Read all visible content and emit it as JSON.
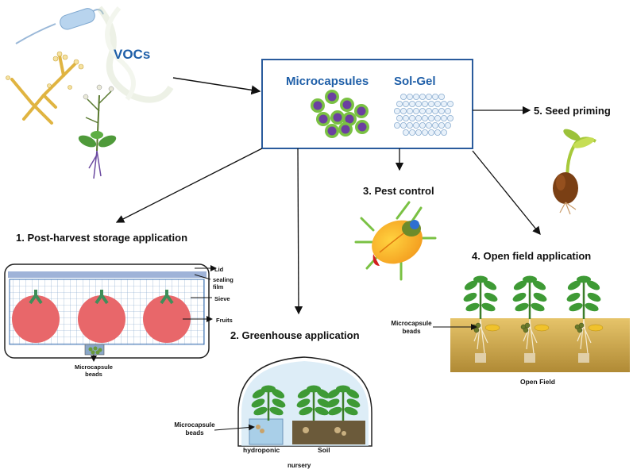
{
  "vocs_label": "VOCs",
  "center_box": {
    "left_label": "Microcapsules",
    "right_label": "Sol-Gel"
  },
  "applications": {
    "post_harvest": {
      "title": "1. Post-harvest storage application",
      "labels": {
        "lid": "Lid",
        "sealing_film": "sealing\nfilm",
        "sieve": "Sieve",
        "fruits": "Fruits",
        "beads": "Microcapsule\nbeads"
      }
    },
    "greenhouse": {
      "title": "2. Greenhouse application",
      "labels": {
        "beads": "Microcapsule\nbeads",
        "hydroponic": "hydroponic",
        "soil": "Soil",
        "nursery": "nursery"
      }
    },
    "pest_control": {
      "title": "3. Pest control"
    },
    "open_field": {
      "title": "4. Open field application",
      "labels": {
        "beads": "Microcapsule\nbeads",
        "field": "Open Field"
      }
    },
    "seed_priming": {
      "title": "5. Seed priming"
    }
  },
  "colors": {
    "accent_blue": "#1f5fa8",
    "box_border": "#2a5b9c",
    "capsule_green": "#7ac143",
    "capsule_purple": "#6b3fa0",
    "soil": "#d8b45a",
    "tomato": "#e8676a"
  }
}
